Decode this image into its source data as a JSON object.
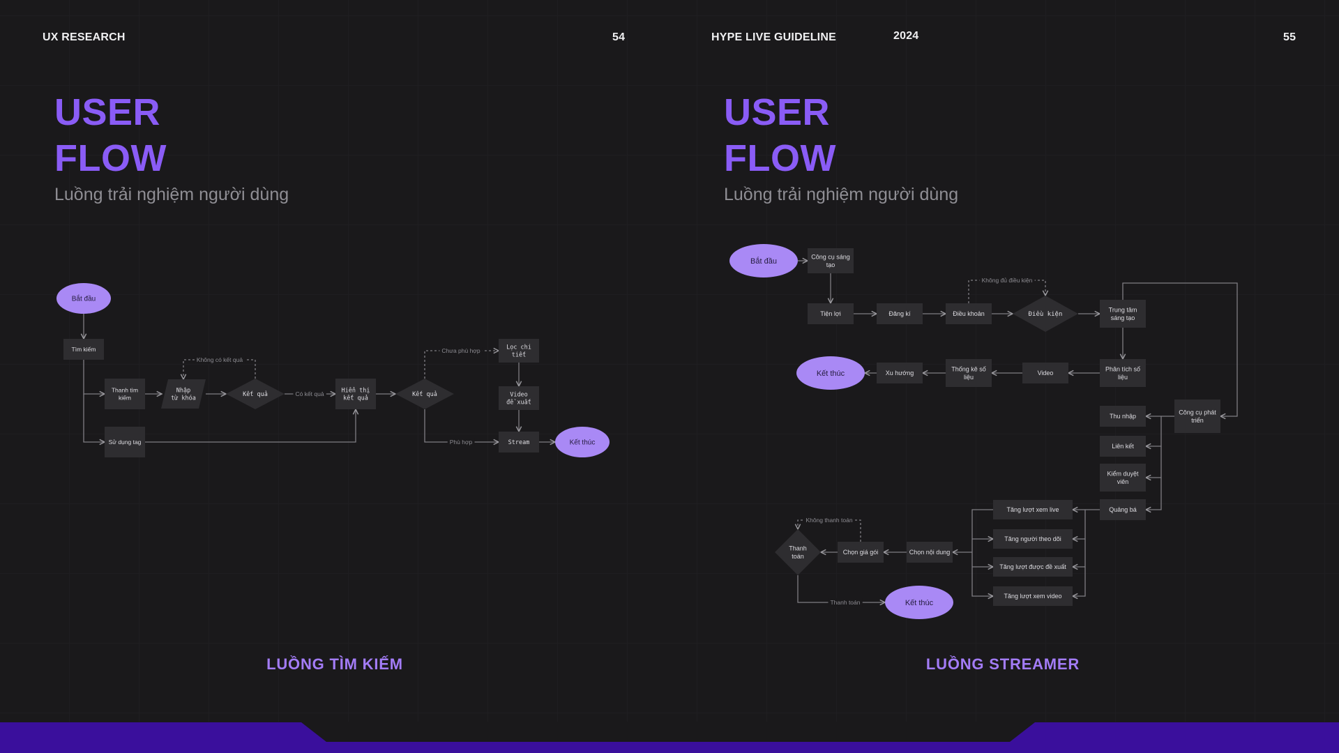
{
  "header": {
    "left_title": "UX RESEARCH",
    "left_page": "54",
    "right_title": "HYPE LIVE GUIDELINE",
    "year": "2024",
    "right_page": "55"
  },
  "left_panel": {
    "title_line1": "USER",
    "title_line2": "FLOW",
    "subtitle": "Luồng trải nghiệm người dùng",
    "caption": "LUỒNG TÌM KIẾM"
  },
  "right_panel": {
    "title_line1": "USER",
    "title_line2": "FLOW",
    "subtitle": "Luồng trải nghiệm người dùng",
    "caption": "LUỒNG STREAMER"
  },
  "colors": {
    "accent": "#8a5cf6",
    "terminal": "#a989f5",
    "node": "#2e2d30",
    "bar": "#3a0f9c"
  },
  "search_flow": {
    "nodes": [
      {
        "id": "s_start",
        "shape": "ellipse",
        "text": [
          "Bắt đầu"
        ]
      },
      {
        "id": "s_search",
        "shape": "rect",
        "text": [
          "Tìm kiếm"
        ]
      },
      {
        "id": "s_bar",
        "shape": "rect",
        "text": [
          "Thanh tìm",
          "kiếm"
        ]
      },
      {
        "id": "s_input",
        "shape": "parallelogram",
        "text": [
          "Nhập",
          "từ khóa"
        ]
      },
      {
        "id": "s_result1",
        "shape": "diamond",
        "text": [
          "Kết quả"
        ]
      },
      {
        "id": "s_show",
        "shape": "rect",
        "text": [
          "Hiển thị",
          "kết quả"
        ]
      },
      {
        "id": "s_result2",
        "shape": "diamond",
        "text": [
          "Kết quả"
        ]
      },
      {
        "id": "s_filter",
        "shape": "rect",
        "text": [
          "Lọc chi",
          "tiết"
        ]
      },
      {
        "id": "s_video",
        "shape": "rect",
        "text": [
          "Video",
          "đề xuất"
        ]
      },
      {
        "id": "s_stream",
        "shape": "rect",
        "text": [
          "Stream"
        ]
      },
      {
        "id": "s_end",
        "shape": "ellipse",
        "text": [
          "Kết thúc"
        ]
      },
      {
        "id": "s_tag",
        "shape": "rect",
        "text": [
          "Sử dụng tag"
        ]
      }
    ],
    "edge_labels": [
      "Không có kết quả",
      "Có kết quả",
      "Chưa phù hợp",
      "Phù hợp"
    ]
  },
  "streamer_flow": {
    "nodes": [
      {
        "id": "r_start",
        "shape": "ellipse",
        "text": [
          "Bắt đầu"
        ]
      },
      {
        "id": "r_tools",
        "shape": "rect",
        "text": [
          "Công cụ sáng",
          "tạo"
        ]
      },
      {
        "id": "r_util",
        "shape": "rect",
        "text": [
          "Tiện lợi"
        ]
      },
      {
        "id": "r_reg",
        "shape": "rect",
        "text": [
          "Đăng kí"
        ]
      },
      {
        "id": "r_terms",
        "shape": "rect",
        "text": [
          "Điều khoản"
        ]
      },
      {
        "id": "r_cond",
        "shape": "diamond",
        "text": [
          "Điều kiện"
        ]
      },
      {
        "id": "r_center",
        "shape": "rect",
        "text": [
          "Trung tâm",
          "sáng tạo"
        ]
      },
      {
        "id": "r_analysis",
        "shape": "rect",
        "text": [
          "Phân tích số",
          "liệu"
        ]
      },
      {
        "id": "r_video",
        "shape": "rect",
        "text": [
          "Video"
        ]
      },
      {
        "id": "r_stats",
        "shape": "rect",
        "text": [
          "Thống kê số",
          "liệu"
        ]
      },
      {
        "id": "r_trend",
        "shape": "rect",
        "text": [
          "Xu hướng"
        ]
      },
      {
        "id": "r_end1",
        "shape": "ellipse",
        "text": [
          "Kết thúc"
        ]
      },
      {
        "id": "r_devtools",
        "shape": "rect",
        "text": [
          "Công cụ phát",
          "triển"
        ]
      },
      {
        "id": "r_income",
        "shape": "rect",
        "text": [
          "Thu nhập"
        ]
      },
      {
        "id": "r_link",
        "shape": "rect",
        "text": [
          "Liên kết"
        ]
      },
      {
        "id": "r_moderator",
        "shape": "rect",
        "text": [
          "Kiểm duyệt",
          "viên"
        ]
      },
      {
        "id": "r_ads",
        "shape": "rect",
        "text": [
          "Quảng bá"
        ]
      },
      {
        "id": "r_liveboost",
        "shape": "rect",
        "text": [
          "Tăng lượt xem live"
        ]
      },
      {
        "id": "r_followboost",
        "shape": "rect",
        "text": [
          "Tăng người theo dõi"
        ]
      },
      {
        "id": "r_suggestboost",
        "shape": "rect",
        "text": [
          "Tăng lượt được đề xuất"
        ]
      },
      {
        "id": "r_videoboost",
        "shape": "rect",
        "text": [
          "Tăng lượt xem video"
        ]
      },
      {
        "id": "r_content",
        "shape": "rect",
        "text": [
          "Chọn nội dung"
        ]
      },
      {
        "id": "r_package",
        "shape": "rect",
        "text": [
          "Chọn giá gói"
        ]
      },
      {
        "id": "r_pay",
        "shape": "diamond",
        "text": [
          "Thanh",
          "toán"
        ]
      },
      {
        "id": "r_end2",
        "shape": "ellipse",
        "text": [
          "Kết thúc"
        ]
      }
    ],
    "edge_labels": [
      "Không đủ điều kiện",
      "Không thanh toán",
      "Thanh toán"
    ]
  }
}
